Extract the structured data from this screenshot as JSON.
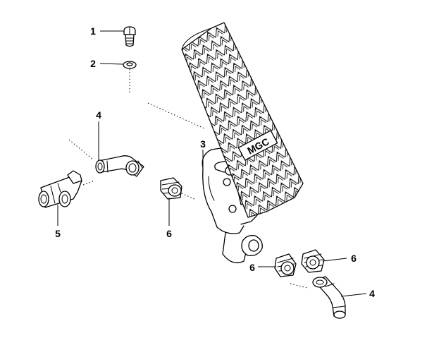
{
  "diagram": {
    "callouts": [
      {
        "id": "c1",
        "text": "1"
      },
      {
        "id": "c2",
        "text": "2"
      },
      {
        "id": "c3",
        "text": "3"
      },
      {
        "id": "c4a",
        "text": "4"
      },
      {
        "id": "c4b",
        "text": "4"
      },
      {
        "id": "c5",
        "text": "5"
      },
      {
        "id": "c6a",
        "text": "6"
      },
      {
        "id": "c6b",
        "text": "6"
      },
      {
        "id": "c6c",
        "text": "6"
      }
    ],
    "brand_text": "MGC",
    "colors": {
      "line": "#000000",
      "background": "#ffffff"
    }
  }
}
